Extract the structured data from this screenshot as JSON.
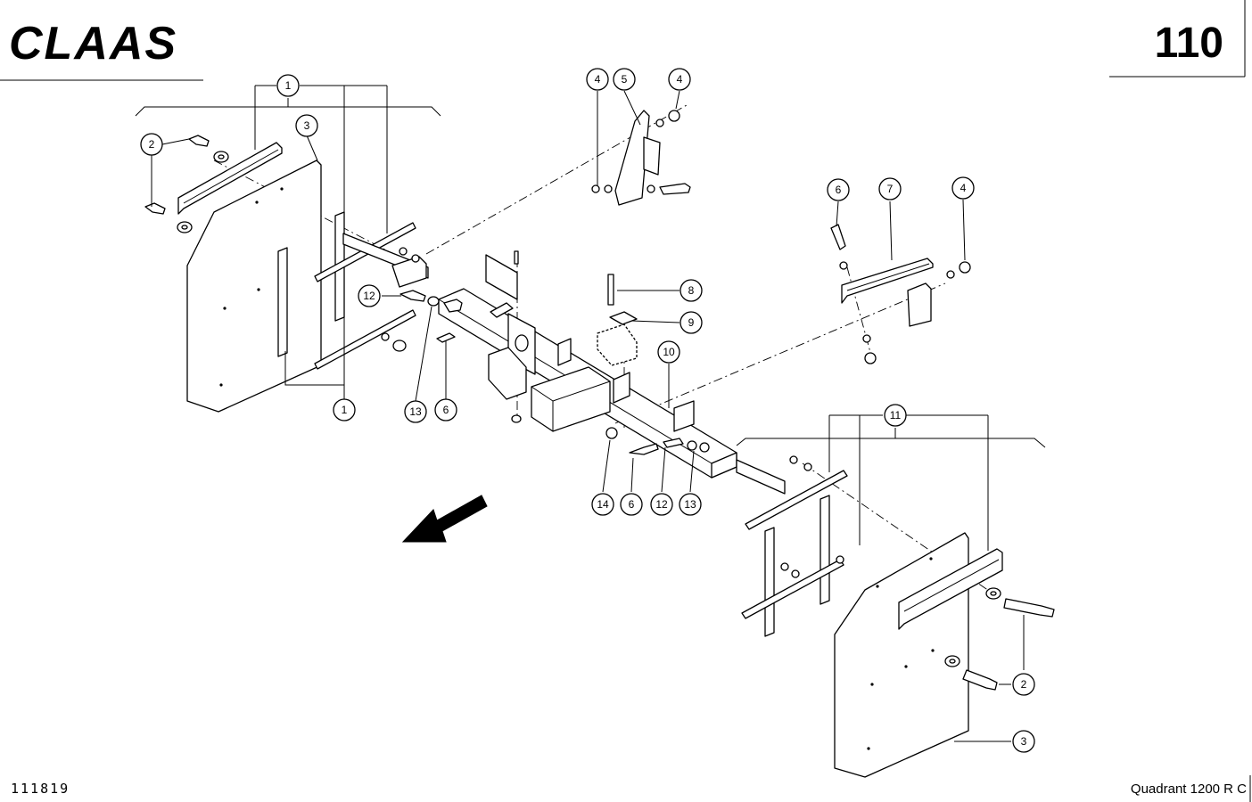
{
  "header": {
    "brand": "CLAAS",
    "page_number": "110"
  },
  "footer": {
    "drawing_number": "111819",
    "model": "Quadrant 1200 R C"
  },
  "callouts": [
    {
      "id": "c1a",
      "label": "1"
    },
    {
      "id": "c2a",
      "label": "2"
    },
    {
      "id": "c3a",
      "label": "3"
    },
    {
      "id": "c12a",
      "label": "12"
    },
    {
      "id": "c13a",
      "label": "13"
    },
    {
      "id": "c6a",
      "label": "6"
    },
    {
      "id": "c1b",
      "label": "1"
    },
    {
      "id": "c4a",
      "label": "4"
    },
    {
      "id": "c5",
      "label": "5"
    },
    {
      "id": "c4b",
      "label": "4"
    },
    {
      "id": "c6b",
      "label": "6"
    },
    {
      "id": "c7",
      "label": "7"
    },
    {
      "id": "c4c",
      "label": "4"
    },
    {
      "id": "c8",
      "label": "8"
    },
    {
      "id": "c9",
      "label": "9"
    },
    {
      "id": "c10",
      "label": "10"
    },
    {
      "id": "c14",
      "label": "14"
    },
    {
      "id": "c6c",
      "label": "6"
    },
    {
      "id": "c12b",
      "label": "12"
    },
    {
      "id": "c13b",
      "label": "13"
    },
    {
      "id": "c11",
      "label": "11"
    },
    {
      "id": "c2b",
      "label": "2"
    },
    {
      "id": "c3b",
      "label": "3"
    }
  ]
}
